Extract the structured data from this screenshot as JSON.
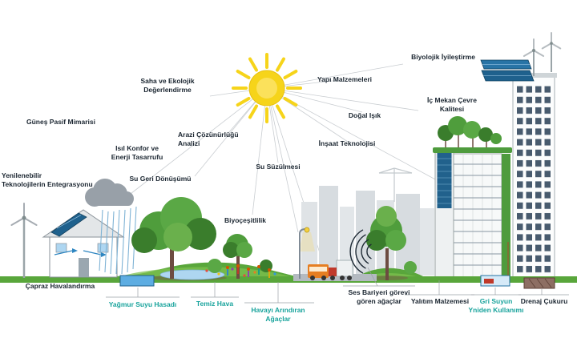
{
  "diagram": {
    "kind": "sustainable-architecture-infographic",
    "language": "tr"
  },
  "labels": {
    "gunes_pasif_mimarisi": "Güneş Pasif Mimarisi",
    "saha_ekolojik": "Saha ve Ekolojik\nDeğerlendirme",
    "yapi_malzemeleri": "Yapı Malzemeleri",
    "biyolojik_iyilestirme": "Biyolojik İyileştirme",
    "ic_mekan_cevre_kalitesi": "İç Mekan Çevre\nKalitesi",
    "dogal_isik": "Doğal Işık",
    "insaat_teknolojisi": "İnşaat Teknolojisi",
    "isil_konfor": "Isıl Konfor ve\nEnerji Tasarrufu",
    "arazi_cozunurlugu": "Arazi Çözünürlüğü\nAnalizi",
    "su_geri_donusumu": "Su Geri Dönüşümü",
    "su_suzulmesi": "Su Süzülmesi",
    "yenilenebilir": "Yenilenebilir\nTeknolojilerin Entegrasyonu",
    "biyocesitlilik": "Biyoçeşitlilik",
    "capraz_havalandirma": "Çapraz Havalandırma",
    "yagmur_suyu_hasadi": "Yağmur Suyu Hasadı",
    "temiz_hava": "Temiz Hava",
    "havayi_arindiran_agaclar": "Havayı Arındıran\nAğaçlar",
    "ses_bariyeri": "Ses Bariyeri görevi\ngören ağaçlar",
    "yalitim_malzemesi": "Yalıtım Malzemesi",
    "gri_suyun_kullanimi": "Gri Suyun\nYniden Kullanımı",
    "drenaj_cukuru": "Drenaj Çukuru"
  },
  "colors": {
    "label_dark": "#1b2631",
    "label_teal": "#18a39c",
    "sun_yellow": "#f6d41a",
    "ground_green": "#59a63b",
    "tree_green": "#4f9d3c",
    "solar_panel_blue": "#1f618d",
    "water_blue": "#5dade2",
    "rain_blue": "#7fb3d5",
    "cloud_gray": "#98a0a8"
  },
  "icons": [
    "sun-icon",
    "wind-turbine-icon",
    "solar-house-icon",
    "rain-cloud-icon",
    "rainwater-tank-icon",
    "pond-icon",
    "tree-icon",
    "people-icon",
    "street-lamp-icon",
    "bus-icon",
    "truck-icon",
    "sound-waves-icon",
    "city-skyline-icon",
    "green-roof-building-icon",
    "highrise-building-icon",
    "rooftop-wind-turbines-icon",
    "greywater-unit-icon",
    "drainage-pit-icon"
  ]
}
